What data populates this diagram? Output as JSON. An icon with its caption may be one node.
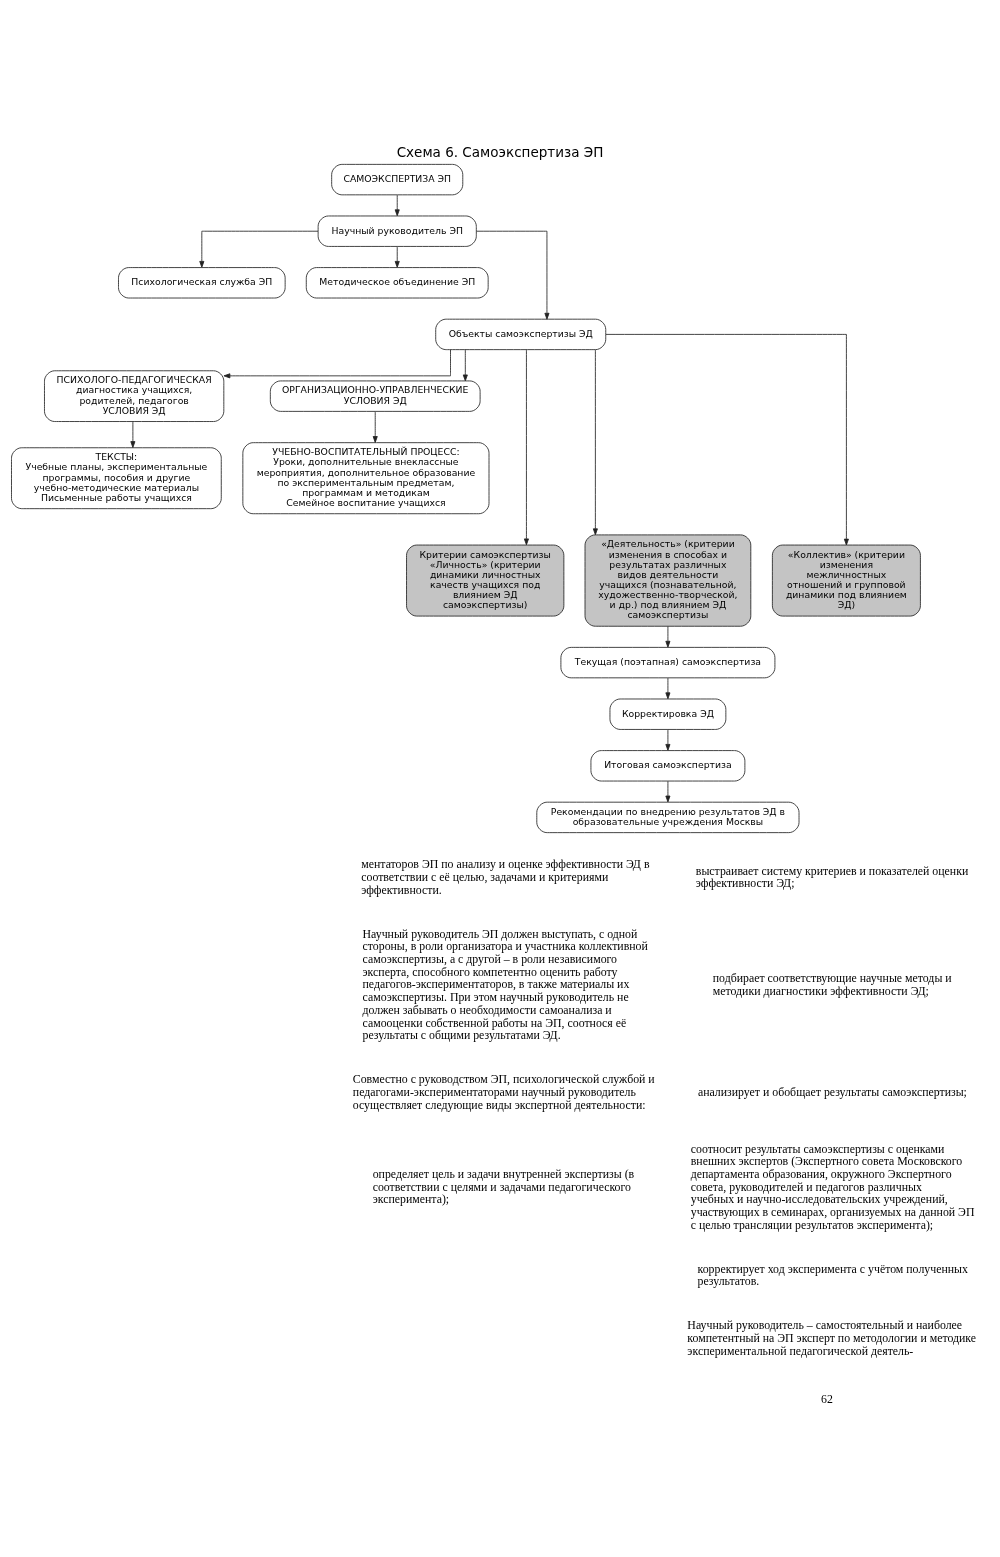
{
  "diagram": {
    "title": "Схема 6. Самоэкспертиза ЭП",
    "nodes": [
      {
        "text": [
          "САМОЭКСПЕРТИЗА ЭП"
        ]
      },
      {
        "text": [
          "Научный руководитель ЭП"
        ]
      },
      {
        "text": [
          "Психологическая служба ЭП"
        ]
      },
      {
        "text": [
          "Методическое объединение ЭП"
        ]
      },
      {
        "text": [
          "Объекты самоэкспертизы ЭД"
        ]
      },
      {
        "text": [
          "ПСИХОЛОГО-ПЕДАГОГИЧЕСКАЯ",
          "диагностика учащихся, родителей, педагогов",
          "УСЛОВИЯ ЭД"
        ]
      },
      {
        "text": [
          "ОРГАНИЗАЦИОННО-УПРАВЛЕНЧЕСКИЕ УСЛОВИЯ ЭД"
        ]
      },
      {
        "text": [
          "ТЕКСТЫ:",
          "Учебные планы, экспериментальные программы, пособия и другие учебно-методические материалы",
          "Письменные работы учащихся"
        ]
      },
      {
        "text": [
          "УЧЕБНО-ВОСПИТАТЕЛЬНЫЙ ПРОЦЕСС:",
          "Уроки, дополнительные внеклассные мероприятия, дополнительное образование по экспериментальным предметам, программам и методикам",
          "Семейное воспитание учащихся"
        ]
      },
      {
        "text": [
          "Критерии самоэкспертизы «Личность» (критерии динамики личностных качеств учащихся под влиянием ЭД самоэкспертизы)"
        ]
      },
      {
        "text": [
          "«Деятельность» (критерии изменения в способах и результатах различных видов деятельности учащихся (познавательной, художественно-творческой, и др.) под влиянием ЭД самоэкспертизы"
        ]
      },
      {
        "text": [
          "«Коллектив» (критерии изменения межличностных отношений и групповой динамики под влиянием ЭД)"
        ]
      },
      {
        "text": [
          "Текущая (поэтапная) самоэкспертиза"
        ]
      },
      {
        "text": [
          "Корректировка ЭД"
        ]
      },
      {
        "text": [
          "Итоговая самоэкспертиза"
        ]
      },
      {
        "text": [
          "Рекомендации по внедрению результатов ЭД в образовательные учреждения Москвы"
        ]
      }
    ],
    "edges": [
      {
        "from": 0,
        "to": 1,
        "arrow": "to"
      },
      {
        "from": 1,
        "to": 2,
        "arrow": "to"
      },
      {
        "from": 1,
        "to": 3,
        "arrow": "to"
      },
      {
        "from": 1,
        "to": 4,
        "arrow": "to"
      },
      {
        "from": 4,
        "to": 5,
        "arrow": "to"
      },
      {
        "from": 4,
        "to": 6,
        "arrow": "to"
      },
      {
        "from": 5,
        "to": 7,
        "arrow": "to"
      },
      {
        "from": 6,
        "to": 8,
        "arrow": "to"
      },
      {
        "from": 4,
        "to": 9,
        "arrow": "to"
      },
      {
        "from": 4,
        "to": 10,
        "arrow": "to"
      },
      {
        "from": 4,
        "to": 11,
        "arrow": "to"
      },
      {
        "from": 10,
        "to": 12,
        "arrow": "to"
      },
      {
        "from": 12,
        "to": 13,
        "arrow": "to"
      },
      {
        "from": 13,
        "to": 14,
        "arrow": "to"
      },
      {
        "from": 14,
        "to": 15,
        "arrow": "to"
      }
    ],
    "labels": [
      "ментаторов ЭП по анализу и оценке эффективности ЭД в соответствии с её целью, задачами и критериями эффективности.",
      "Научный руководитель ЭП должен выступать, с одной стороны, в роли организатора и участника коллективной самоэкспертизы, а с другой – в роли независимого эксперта, способного компетентно оценить работу педагогов-экспериментаторов, в также материалы их самоэкспертизы. При этом научный руководитель не должен забывать о необходимости самоанализа и самооценки собственной работы на ЭП, соотнося её результаты с общими результатами ЭД.",
      "Совместно с руководством ЭП, психологической службой и педагогами-экспериментаторами научный руководитель осуществляет следующие виды экспертной деятельности:",
      "определяет цель и задачи внутренней экспертизы (в соответствии с целями и задачами педагогического эксперимента);",
      "выстраивает систему критериев и показателей оценки эффективности ЭД;",
      "подбирает соответствующие научные методы и методики диагностики эффективности ЭД;",
      "анализирует и обобщает результаты самоэкспертизы;",
      "соотносит результаты самоэкспертизы с оценками внешних экспертов (Экспертного совета Московского департамента образования, окружного Экспертного совета, руководителей и педагогов различных учебных и научно-исследовательских учреждений, участвующих в семинарах, организуемых на данной ЭП с целью трансляции результатов эксперимента);",
      "корректирует ход эксперимента с учётом полученных результатов.",
      "Научный руководитель – самостоятельный и наиболее компетентный на ЭП эксперт по методологии и методике экспериментальной педагогической деятель-",
      "62"
    ]
  }
}
